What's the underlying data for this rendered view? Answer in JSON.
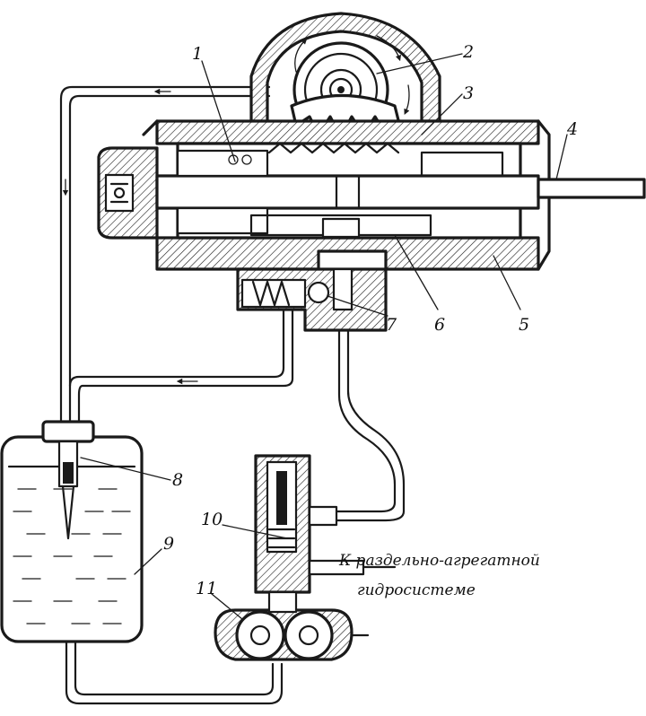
{
  "labels": {
    "l1": "1",
    "l2": "2",
    "l3": "3",
    "l4": "4",
    "l5": "5",
    "l6": "6",
    "l7": "7",
    "l8": "8",
    "l9": "9",
    "l10": "10",
    "l11": "11"
  },
  "caption": {
    "line1": "К раздельно-агрегатной",
    "line2": "гидросистеме"
  }
}
